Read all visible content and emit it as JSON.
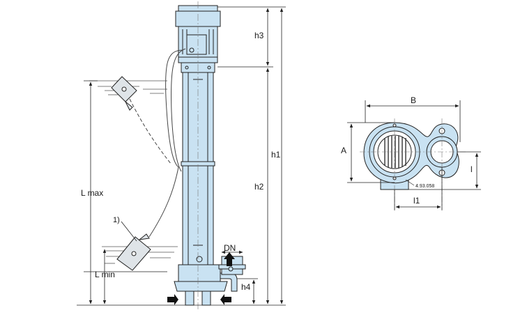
{
  "colors": {
    "body_fill": "#c9e2f2",
    "outline": "#222222",
    "dim_line": "#222222",
    "water_line": "#555555"
  },
  "labels": {
    "h3": "h3",
    "h1": "h1",
    "h2": "h2",
    "h4": "h4",
    "l_max": "L max",
    "l_min": "L min",
    "dn": "DN",
    "footnote_1": "1)",
    "a": "A",
    "b": "B",
    "l": "l",
    "l1": "l1",
    "drawing_ref": "4.93.058"
  },
  "icons": [
    "float-switch-icon",
    "flow-arrow-icon"
  ]
}
